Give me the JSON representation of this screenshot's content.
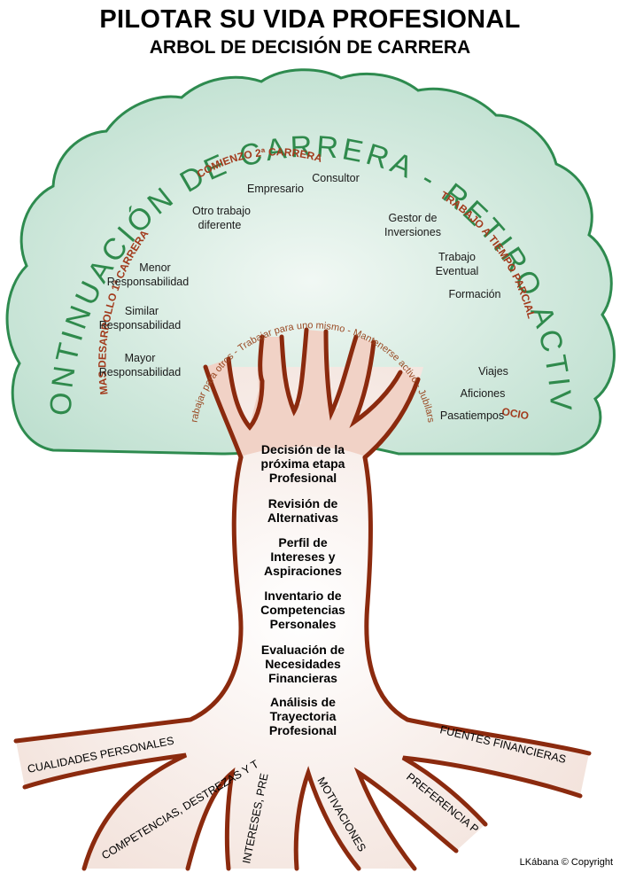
{
  "title": "PILOTAR SU VIDA PROFESIONAL",
  "subtitle": "ARBOL DE DECISIÓN DE CARRERA",
  "canopy": {
    "arc_title": "CONTINUACIÓN DE CARRERA - RETIRO ACTIVO",
    "paths_arc": "Trabajar para otros - Trabajar para uno mismo - Mantenerse activo - Jubilarse",
    "branches": [
      {
        "label": "MAS DESARROLLO 1ª CARRERA",
        "options": [
          "Menor Responsabilidad",
          "Similar Responsabilidad",
          "Mayor Responsabilidad"
        ]
      },
      {
        "label": "COMIENZO 2ª CARRERA",
        "options": [
          "Otro trabajo diferente",
          "Empresario",
          "Consultor"
        ]
      },
      {
        "label": "TRABAJO A TIEMPO PARCIAL",
        "options": [
          "Gestor de Inversiones",
          "Trabajo Eventual",
          "Formación"
        ]
      },
      {
        "label": "OCIO",
        "options": [
          "Viajes",
          "Aficiones",
          "Pasatiempos"
        ]
      }
    ]
  },
  "trunk_steps": [
    [
      "Decisión de la",
      "próxima etapa",
      "Profesional"
    ],
    [
      "Revisión de",
      "Alternativas"
    ],
    [
      "Perfil de",
      "Intereses y",
      "Aspiraciones"
    ],
    [
      "Inventario de",
      "Competencias",
      "Personales"
    ],
    [
      "Evaluación de",
      "Necesidades",
      "Financieras"
    ],
    [
      "Análisis de",
      "Trayectoria",
      "Profesional"
    ]
  ],
  "roots": [
    "CUALIDADES PERSONALES",
    "COMPETENCIAS, DESTREZAS Y TALENTOS",
    "INTERESES, PREFERENCIAS Y GUSTOS",
    "MOTIVACIONES",
    "PREFERENCIA PROFESIONAL",
    "FUENTES FINANCIERAS"
  ],
  "copyright": "LKábana © Copyright",
  "colors": {
    "canopy_fill": "#cfe7dd",
    "canopy_stroke": "#2e8b4f",
    "trunk_stroke": "#8b2a0e",
    "trunk_fill": "#f6ebe6",
    "branch_label": "#a23a1c",
    "arc_title": "#2f8a4c"
  }
}
